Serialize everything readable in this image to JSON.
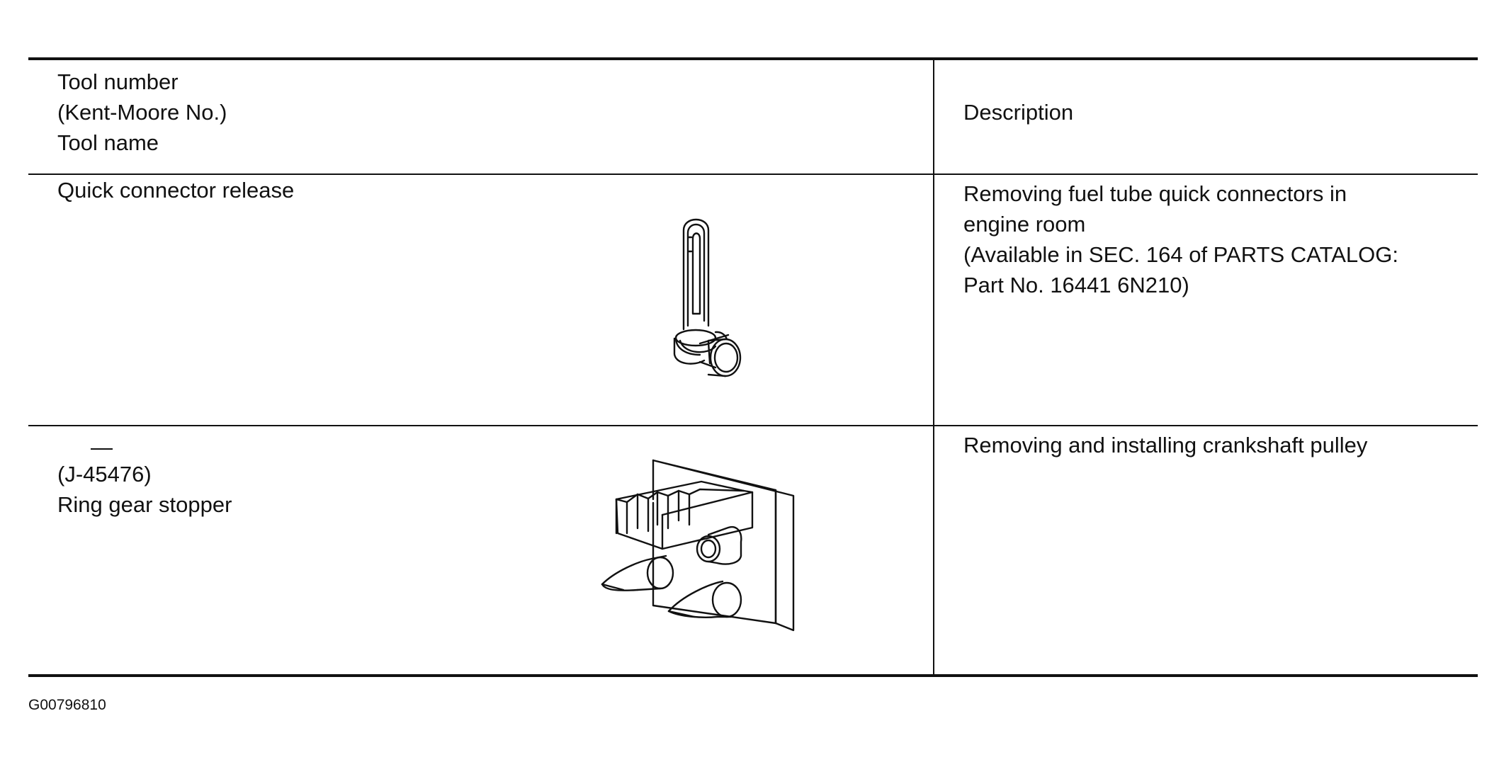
{
  "table": {
    "header": {
      "tool_label": "Tool number\n(Kent-Moore No.)\nTool name",
      "description_label": "Description"
    },
    "rows": [
      {
        "tool": "Quick connector release",
        "description": "Removing fuel tube quick connectors in\nengine room\n(Available in SEC. 164 of  PARTS CATALOG:\nPart No. 16441 6N210)",
        "illustration_icon": "quick-connector-release-icon"
      },
      {
        "tool_number": "—",
        "tool": "(J-45476)\nRing gear stopper",
        "description": "Removing and installing crankshaft pulley",
        "illustration_icon": "ring-gear-stopper-icon"
      }
    ]
  },
  "footer": {
    "code": "G00796810"
  }
}
